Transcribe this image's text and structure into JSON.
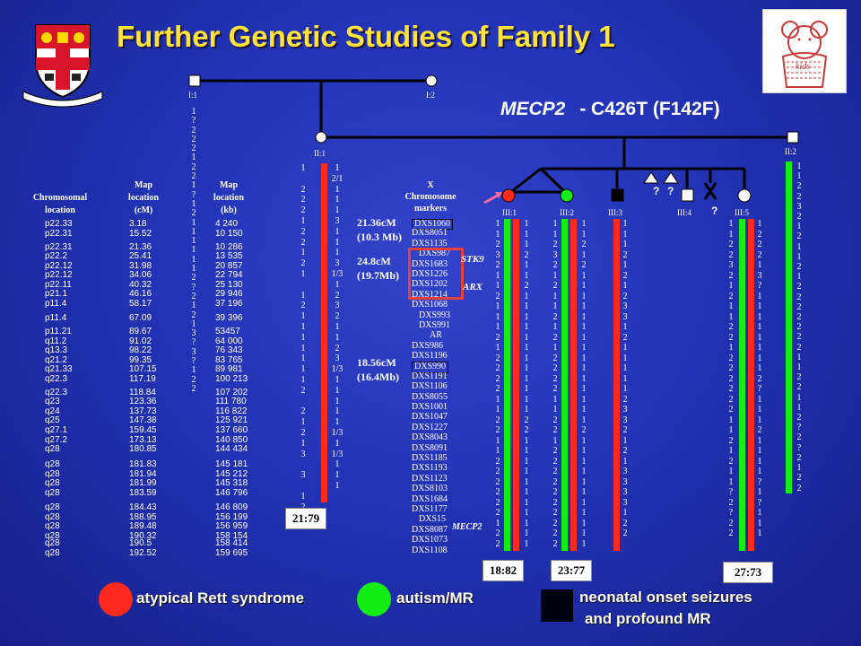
{
  "slide": {
    "title": "Further Genetic Studies of Family 1",
    "mutation_gene": "MECP2",
    "mutation_change": "- C426T   (F142F)"
  },
  "table": {
    "col1_header": "Chromosomal\nlocation",
    "col2_header": "Map\nlocation\n(cM)",
    "col3_header": "Map\nlocation\n(kb)",
    "rows": [
      [
        "p22.33",
        "3.18",
        "4 240"
      ],
      [
        "p22.31",
        "15.52",
        "10 150"
      ],
      [
        "p22.31",
        "21.36",
        "10 286"
      ],
      [
        "p22.2",
        "25.41",
        "13 535"
      ],
      [
        "p22.12",
        "31.98",
        "20 857"
      ],
      [
        "p22.12",
        "34.06",
        "22 794"
      ],
      [
        "p22.11",
        "40.32",
        "25 130"
      ],
      [
        "p21.1",
        "46.16",
        "29 946"
      ],
      [
        "p11.4",
        "58.17",
        "37 196"
      ],
      [
        "p11.4",
        "67.09",
        "39 396"
      ],
      [
        "p11.21",
        "89.67",
        "53457"
      ],
      [
        "q11.2",
        "91.02",
        "64 000"
      ],
      [
        "q13.3",
        "98.22",
        "76 343"
      ],
      [
        "q21.2",
        "99.35",
        "83 765"
      ],
      [
        "q21.33",
        "107.15",
        "89 981"
      ],
      [
        "q22.3",
        "117.19",
        "100 213"
      ],
      [
        "q22.3",
        "118.84",
        "107 202"
      ],
      [
        "q23",
        "123.36",
        "111 780"
      ],
      [
        "q24",
        "137.73",
        "116 822"
      ],
      [
        "q25",
        "147.38",
        "125 921"
      ],
      [
        "q27.1",
        "159.45",
        "137 660"
      ],
      [
        "q27.2",
        "173.13",
        "140 850"
      ],
      [
        "q28",
        "180.85",
        "144 434"
      ],
      [
        "q28",
        "181.83",
        "145 181"
      ],
      [
        "q28",
        "181.94",
        "145 212"
      ],
      [
        "q28",
        "181.99",
        "145 318"
      ],
      [
        "q28",
        "183.59",
        "146 796"
      ],
      [
        "q28",
        "184.43",
        "146 809"
      ],
      [
        "q28",
        "188.95",
        "156 199"
      ],
      [
        "q28",
        "189.48",
        "156 959"
      ],
      [
        "q28",
        "190.32",
        "158 154"
      ],
      [
        "q28",
        "190.5",
        "158 414"
      ],
      [
        "q28",
        "192.52",
        "159 695"
      ]
    ]
  },
  "markers_header": "X\nChromosome\nmarkers",
  "markers": [
    "DXS1060",
    "DXS8051",
    "DXS1135",
    "DXS987",
    "DXS1683",
    "DXS1226",
    "DXS1202",
    "DXS1214",
    "DXS1068",
    "DXS993",
    "DXS991",
    "AR",
    "DXS986",
    "DXS1196",
    "DXS990",
    "DXS1191",
    "DXS1106",
    "DXS8055",
    "DXS1001",
    "DXS1047",
    "DXS1227",
    "DXS8043",
    "DXS8091",
    "DXS1185",
    "DXS1193",
    "DXS1123",
    "DXS8103",
    "DXS1684",
    "DXS1177",
    "DXS15",
    "DXS8087",
    "DXS1073",
    "DXS1108"
  ],
  "distances": {
    "d1_cm": "21.36cM",
    "d1_mb": "(10.3 Mb)",
    "d2_cm": "24.8cM",
    "d2_mb": "(19.7Mb)",
    "d3_cm": "18.56cM",
    "d3_mb": "(16.4Mb)"
  },
  "genes": {
    "stk9": "STK9",
    "arx": "ARX",
    "mecp2": "MECP2"
  },
  "pedigree": {
    "i1": "I:1",
    "i2": "I:2",
    "ii1": "II:1",
    "ii2": "II:2",
    "iii1": "III:1",
    "iii2": "III:2",
    "iii3": "III:3",
    "iii4": "III:4",
    "iii5": "III:5",
    "q1": "?",
    "q2": "?",
    "q3": "?"
  },
  "genotypes": {
    "i1": "1\n?\n2\n2\n2\n1\n2\n2\n1\n?\n1\n2\n1\n1\n1\n1\n1\n1\n2\n?\n2\n1\n2\n1\n3\n?\n3\n?\n1\n2\n2",
    "ii1_a": "1\n\n2\n2\n2\n1\n2\n2\n1\n2\n1\n\n1\n2\n1\n1\n1\n1\n1\n1\n1\n2\n\n2\n1\n2\n1\n3\n\n3\n\n1\n2\n2",
    "ii1_b": "1\n2/1\n1\n1\n1\n3\n1\n1\n1\n3\n1/3\n1\n2\n3\n2\n1\n1\n2\n3\n1/3\n1\n1\n1\n1\n1\n1/3\n1\n1/3\n1\n1\n1",
    "iii1_a": "1\n1\n2\n3\n2\n1\n1\n2\n1\n1\n1\n2\n1\n2\n2\n2\n2\n1\n1\n2\n2\n1\n1\n2\n2\n2\n2\n2\n2\n1\n2\n2",
    "iii1_b": "1\n1\n1\n2\n1\n1\n2\n1\n1\n1\n1\n1\n1\n1\n1\n1\n1\n1\n1\n2\n2\n1\n1\n1\n1\n1\n1\n1\n1\n1\n1\n1",
    "iii2_a": "1\n1\n2\n3\n2\n1\n2\n1\n1\n2\n1\n2\n1\n2\n2\n2\n2\n1\n1\n2\n2\n1\n2\n2\n2\n2\n2\n2\n2\n2\n2\n2",
    "iii2_b": "1\n1\n2\n1\n2\n1\n1\n1\n1\n1\n1\n1\n1\n1\n1\n1\n1\n1\n1\n1\n2\n1\n1\n1\n1\n1\n1\n1\n1\n1\n1\n1",
    "iii3": "1\n1\n1\n2\n1\n2\n1\n2\n3\n3\n1\n2\n1\n1\n1\n1\n1\n2\n3\n3\n2\n1\n2\n1\n3\n3\n3\n3\n1\n2\n2",
    "iii5_a": "1\n1\n2\n2\n3\n2\n1\n2\n1\n1\n2\n2\n1\n2\n2\n2\n2\n2\n2\n1\n1\n2\n1\n2\n1\n1\n?\n2\n?\n2\n2",
    "iii5_b": "1\n2\n2\n2\n1\n3\n?\n1\n1\n1\n1\n1\n1\n1\n1\n2\n?\n1\n1\n1\n2\n1\n1\n1\n1\n?\n1\n?\n1\n1\n1",
    "ii2": "1\n1\n2\n2\n3\n2\n1\n2\n1\n1\n2\n1\n2\n2\n2\n2\n2\n2\n2\n1\n1\n2\n2\n1\n1\n2\n?\n2\n?\n2\n1\n2\n2"
  },
  "ratios": {
    "ii1": "21:79",
    "iii1": "18:82",
    "iii2": "23:77",
    "iii5": "27:73"
  },
  "legend": {
    "rett": "atypical Rett syndrome",
    "autism": "autism/MR",
    "seizures_l1": "neonatal onset seizures",
    "seizures_l2": "and profound MR"
  },
  "logo_text": "kids",
  "colors": {
    "red": "#ff2a1e",
    "green": "#14ee14",
    "title": "#ffe23a",
    "box": "#e8413a"
  }
}
